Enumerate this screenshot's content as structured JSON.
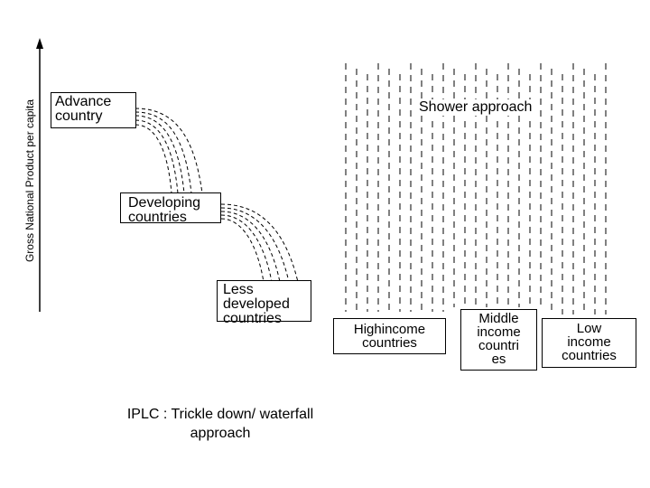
{
  "y_axis_label": "Gross National Product per capita",
  "boxes": {
    "advance": "Advance\ncountry",
    "developing": "Developing\ncountries",
    "less_developed": "Less\ndeveloped\ncountries",
    "high_income": "Highincome\ncountries",
    "middle_income": "Middle\nincome\ncountri\nes",
    "low_income": "Low\nincome\ncountries"
  },
  "shower_label": "Shower approach",
  "caption": "IPLC : Trickle down/ waterfall\napproach",
  "colors": {
    "ink": "#000000",
    "background": "#ffffff"
  }
}
